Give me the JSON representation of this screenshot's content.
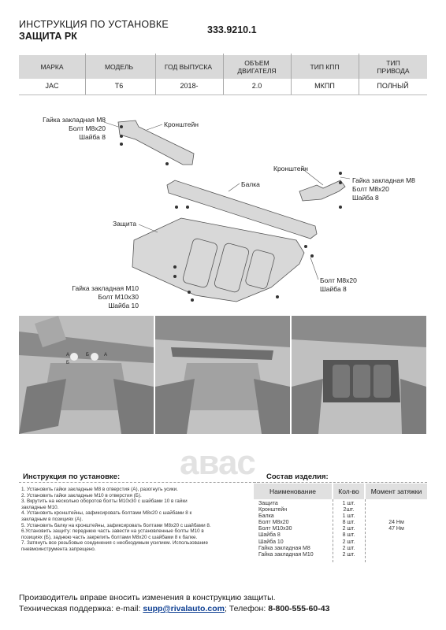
{
  "header": {
    "title_line1": "ИНСТРУКЦИЯ ПО УСТАНОВКЕ",
    "title_line2": "ЗАЩИТА РК",
    "code": "333.9210.1"
  },
  "spec_table": {
    "columns": [
      "МАРКА",
      "МОДЕЛЬ",
      "ГОД ВЫПУСКА",
      "ОБЪЕМ ДВИГАТЕЛЯ",
      "ТИП КПП",
      "ТИП ПРИВОДА"
    ],
    "row": [
      "JAC",
      "T6",
      "2018-",
      "2.0",
      "МКПП",
      "ПОЛНЫЙ"
    ]
  },
  "diagram": {
    "bracket_left_hw": [
      "Гайка закладная М8",
      "Болт М8х20",
      "Шайба 8"
    ],
    "bracket_left": "Кронштейн",
    "bracket_right": "Кронштейн",
    "bracket_right_hw": [
      "Гайка закладная М8",
      "Болт М8х20",
      "Шайба 8"
    ],
    "beam": "Балка",
    "shield": "Защита",
    "shield_hw_left": [
      "Гайка закладная М10",
      "Болт М10х30",
      "Шайба 10"
    ],
    "shield_hw_right": [
      "Болт М8х20",
      "Шайба 8"
    ]
  },
  "photos": {
    "marks": [
      "А",
      "Б",
      "А",
      "Б"
    ]
  },
  "logo_text": "авас",
  "instructions": {
    "title": "Инструкция по установке:",
    "steps": [
      "1. Установить гайки закладные М8 в отверстия (А), разогнуть усики.",
      "2. Установить гайки закладные М10 в отверстия (Б).",
      "3. Вкрутить на несколько оборотов болты М10х30 с шайбами 10 в гайки",
      "закладные М10.",
      "4. Установить кронштейны, зафиксировать болтами М8х20 с шайбами 8 к",
      "закладным в позициях (А).",
      "5. Установить балку на кронштейны, зафиксировать болтами М8х20 с шайбами 8.",
      "6.Установить защиту: переднюю часть завести на установленные болты М10 в",
      "позициях (Б), заднюю часть закрепить болтами М8х20 с шайбами 8 к балке.",
      "7. Затянуть все резьбовые соединения с необходимым усилием. Использование",
      "пневмоинструмента запрещено."
    ]
  },
  "composition": {
    "title": "Состав изделия:",
    "headers": [
      "Наименование",
      "Кол-во",
      "Момент затяжки"
    ],
    "names": [
      "Защита",
      "Кронштейн",
      "Балка",
      "Болт М8х20",
      "Болт М10х30",
      "Шайба 8",
      "Шайба 10",
      "Гайка закладная М8",
      "Гайка закладная М10"
    ],
    "qty": [
      "1 шт.",
      "2шт.",
      "1 шт.",
      "8 шт.",
      "2 шт.",
      "8 шт.",
      "2 шт.",
      "2 шт.",
      "2 шт."
    ],
    "torque": [
      "24 Нм",
      "47 Нм"
    ]
  },
  "footer": {
    "line1": "Производитель вправе вносить изменения в конструкцию защиты.",
    "support_prefix": "Техническая поддержка:  e-mail: ",
    "email": "supp@rivalauto.com",
    "phone_prefix": "; Телефон: ",
    "phone": "8-800-555-60-43"
  }
}
